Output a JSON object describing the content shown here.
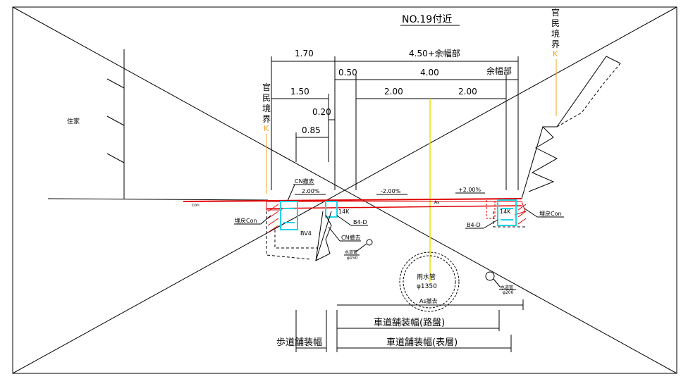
{
  "drawing": {
    "title": "NO.19付近",
    "boundary_label": "官民境界",
    "boundary_mark": "K",
    "house_label": "住家",
    "con_label": "con",
    "as_label": "As",
    "dims": {
      "d170": "1.70",
      "d450": "4.50+余幅部",
      "d050": "0.50",
      "d400": "4.00",
      "extra": "余幅部",
      "d150": "1.50",
      "d200a": "2.00",
      "d200b": "2.00",
      "d020": "0.20",
      "d085": "0.85"
    },
    "annotations": {
      "cn_removal_top": "CN撤去",
      "slope_left": "2.00%",
      "slope_center": "-2.00%",
      "slope_right": "+2.00%",
      "k14_left": "14K",
      "k14_right": "14K",
      "b4d_left": "B4-D",
      "b4d_right": "B4-D",
      "backfill_left": "埋戻Con",
      "backfill_right": "埋戻Con",
      "bv4": "BV4",
      "cn_removal_bottom": "CN撤去",
      "water_pipe_left": "水道管",
      "water_pipe_left_size": "φ150",
      "rain_pipe": "雨水管",
      "rain_pipe_size": "φ1350",
      "as_removal": "As撤去",
      "water_pipe_right": "水道管",
      "water_pipe_right_size": "φ200"
    },
    "widths": {
      "roadbed": "車道舗装幅(路盤)",
      "surface": "車道舗装幅(表層)",
      "sidewalk": "歩道舗装幅"
    }
  },
  "colors": {
    "line": "#000000",
    "red": "#e00000",
    "cyan": "#22d3e6",
    "orange": "#f0a020",
    "yellow": "#e8e400"
  }
}
